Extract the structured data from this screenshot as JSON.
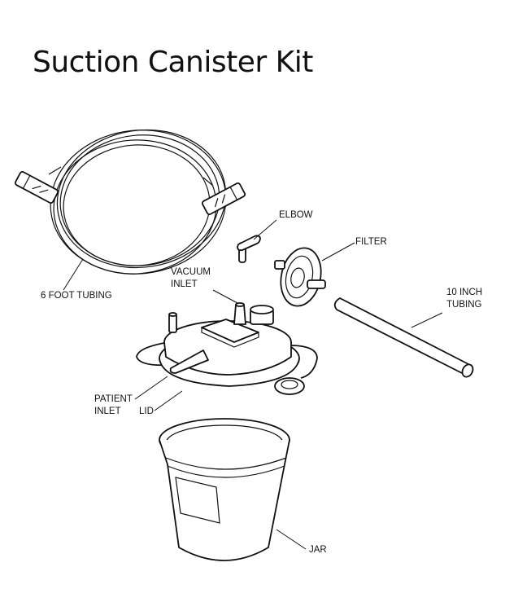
{
  "title": "Suction Canister Kit",
  "labels": {
    "tubing6": "6 FOOT TUBING",
    "elbow": "ELBOW",
    "filter": "FILTER",
    "vacuum_inlet": [
      "VACUUM",
      "INLET"
    ],
    "tubing10": [
      "10 INCH",
      "TUBING"
    ],
    "patient_inlet": [
      "PATIENT",
      "INLET"
    ],
    "lid": "LID",
    "jar": "JAR"
  }
}
